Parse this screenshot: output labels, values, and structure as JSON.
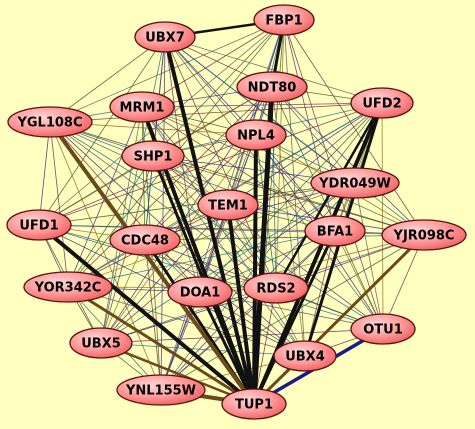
{
  "colors": {
    "background": "#ffffc0",
    "node_fill_light": "#ffd0d0",
    "node_fill_dark": "#ff7070",
    "node_stroke": "#5a1010",
    "edge_palette": [
      "#2e5e2e",
      "#6b2a6b",
      "#1e6e8e",
      "#8a6a20",
      "#5a5a5a",
      "#3a2a8a",
      "#7a2a3a"
    ]
  },
  "nodes": [
    {
      "id": "FBP1",
      "label": "FBP1"
    },
    {
      "id": "UBX7",
      "label": "UBX7"
    },
    {
      "id": "NDT80",
      "label": "NDT80"
    },
    {
      "id": "UFD2",
      "label": "UFD2"
    },
    {
      "id": "MRM1",
      "label": "MRM1"
    },
    {
      "id": "YGL108C",
      "label": "YGL108C"
    },
    {
      "id": "NPL4",
      "label": "NPL4"
    },
    {
      "id": "SHP1",
      "label": "SHP1"
    },
    {
      "id": "YDR049W",
      "label": "YDR049W"
    },
    {
      "id": "TEM1",
      "label": "TEM1"
    },
    {
      "id": "BFA1",
      "label": "BFA1"
    },
    {
      "id": "YJR098C",
      "label": "YJR098C"
    },
    {
      "id": "UFD1",
      "label": "UFD1"
    },
    {
      "id": "CDC48",
      "label": "CDC48"
    },
    {
      "id": "YOR342C",
      "label": "YOR342C"
    },
    {
      "id": "DOA1",
      "label": "DOA1"
    },
    {
      "id": "RDS2",
      "label": "RDS2"
    },
    {
      "id": "OTU1",
      "label": "OTU1"
    },
    {
      "id": "UBX5",
      "label": "UBX5"
    },
    {
      "id": "UBX4",
      "label": "UBX4"
    },
    {
      "id": "YNL155W",
      "label": "YNL155W"
    },
    {
      "id": "TUP1",
      "label": "TUP1"
    }
  ],
  "emphasized_edges": [
    {
      "source": "TUP1",
      "target": "UBX7",
      "weight": 4,
      "color": "#111111"
    },
    {
      "source": "TUP1",
      "target": "MRM1",
      "weight": 4,
      "color": "#111111"
    },
    {
      "source": "TUP1",
      "target": "SHP1",
      "weight": 3,
      "color": "#111111"
    },
    {
      "source": "TUP1",
      "target": "NDT80",
      "weight": 5,
      "color": "#111111"
    },
    {
      "source": "TUP1",
      "target": "NPL4",
      "weight": 4,
      "color": "#111111"
    },
    {
      "source": "TUP1",
      "target": "TEM1",
      "weight": 4,
      "color": "#111111"
    },
    {
      "source": "TUP1",
      "target": "UFD2",
      "weight": 4,
      "color": "#111111"
    },
    {
      "source": "TUP1",
      "target": "CDC48",
      "weight": 3,
      "color": "#111111"
    },
    {
      "source": "TUP1",
      "target": "UFD1",
      "weight": 4,
      "color": "#111111"
    },
    {
      "source": "TUP1",
      "target": "DOA1",
      "weight": 3,
      "color": "#111111"
    },
    {
      "source": "TUP1",
      "target": "BFA1",
      "weight": 3,
      "color": "#111111"
    },
    {
      "source": "TUP1",
      "target": "OTU1",
      "weight": 3.5,
      "color": "#1a1a8a"
    },
    {
      "source": "TUP1",
      "target": "YGL108C",
      "weight": 4,
      "color": "#6b4a1a"
    },
    {
      "source": "TUP1",
      "target": "YNL155W",
      "weight": 4,
      "color": "#6b4a1a"
    },
    {
      "source": "TUP1",
      "target": "YJR098C",
      "weight": 3,
      "color": "#6b4a1a"
    },
    {
      "source": "TUP1",
      "target": "YOR342C",
      "weight": 3,
      "color": "#6b4a1a"
    },
    {
      "source": "UBX7",
      "target": "FBP1",
      "weight": 2.5,
      "color": "#111111"
    },
    {
      "source": "NDT80",
      "target": "FBP1",
      "weight": 3,
      "color": "#111111"
    },
    {
      "source": "TUP1",
      "target": "UBX5",
      "weight": 2.5,
      "color": "#6b4a1a"
    },
    {
      "source": "UBX4",
      "target": "UFD2",
      "weight": 3,
      "color": "#111111"
    },
    {
      "source": "RDS2",
      "target": "UFD2",
      "weight": 2.5,
      "color": "#111111"
    }
  ]
}
